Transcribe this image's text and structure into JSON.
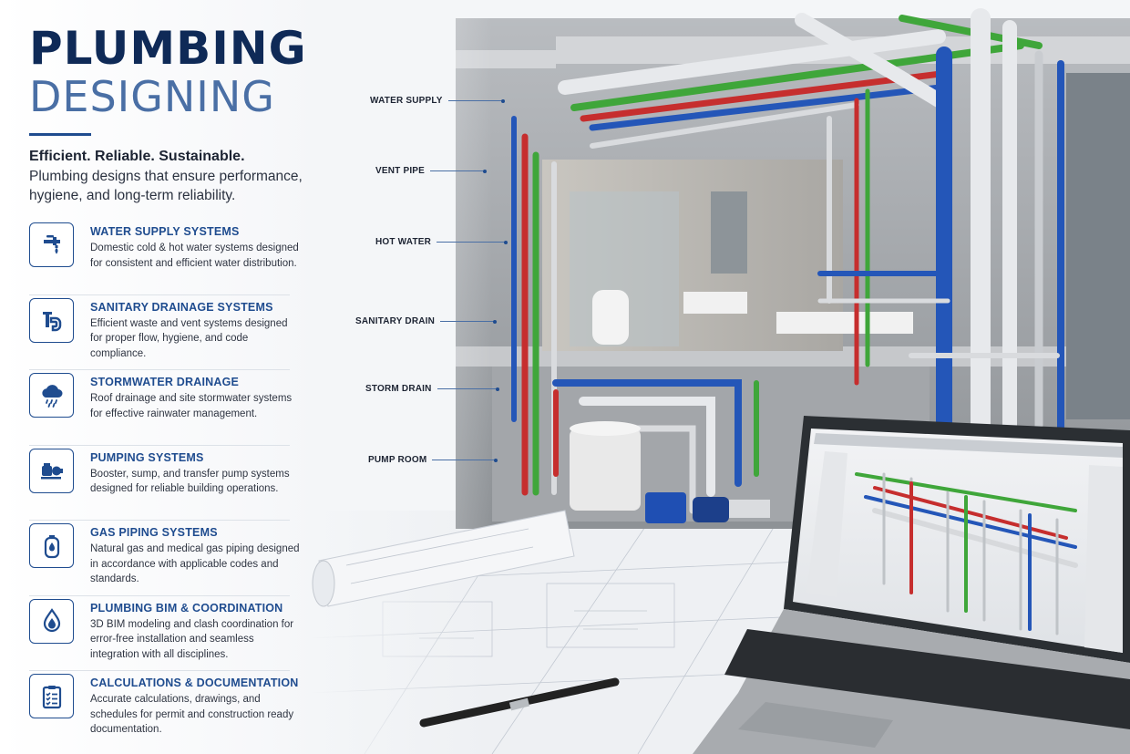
{
  "header": {
    "title_line1": "PLUMBING",
    "title_line2": "DESIGNING",
    "tagline": "Efficient. Reliable. Sustainable.",
    "intro": "Plumbing designs that ensure performance, hygiene, and long-term reliability."
  },
  "services": [
    {
      "icon": "faucet-icon",
      "title": "WATER SUPPLY SYSTEMS",
      "desc": "Domestic cold & hot water systems designed for consistent and efficient water distribution."
    },
    {
      "icon": "drain-pipe-icon",
      "title": "SANITARY DRAINAGE SYSTEMS",
      "desc": "Efficient waste and vent systems designed for proper flow, hygiene, and code compliance."
    },
    {
      "icon": "rain-cloud-icon",
      "title": "STORMWATER DRAINAGE",
      "desc": "Roof drainage and site stormwater systems for effective rainwater management."
    },
    {
      "icon": "pump-icon",
      "title": "PUMPING SYSTEMS",
      "desc": "Booster, sump, and transfer pump systems designed for reliable building operations."
    },
    {
      "icon": "gas-cylinder-icon",
      "title": "GAS PIPING SYSTEMS",
      "desc": "Natural gas and medical gas piping designed in accordance with applicable codes and standards."
    },
    {
      "icon": "water-drop-icon",
      "title": "PLUMBING BIM & COORDINATION",
      "desc": "3D BIM modeling and clash coordination for error-free installation and seamless integration with all disciplines."
    },
    {
      "icon": "clipboard-checklist-icon",
      "title": "CALCULATIONS & DOCUMENTATION",
      "desc": "Accurate calculations, drawings, and schedules for permit and construction ready documentation."
    }
  ],
  "callouts": {
    "water_supply": "WATER SUPPLY",
    "vent_pipe": "VENT PIPE",
    "hot_water": "HOT WATER",
    "sanitary_drain": "SANITARY DRAIN",
    "storm_drain": "STORM DRAIN",
    "pump_room": "PUMP ROOM"
  },
  "colors": {
    "brand_navy": "#0f2a57",
    "brand_blue": "#1f4c8f",
    "pipe_green": "#3fa63a",
    "pipe_red": "#c62e2e",
    "pipe_blue": "#2456b8",
    "pipe_white": "#e7e9ec"
  }
}
